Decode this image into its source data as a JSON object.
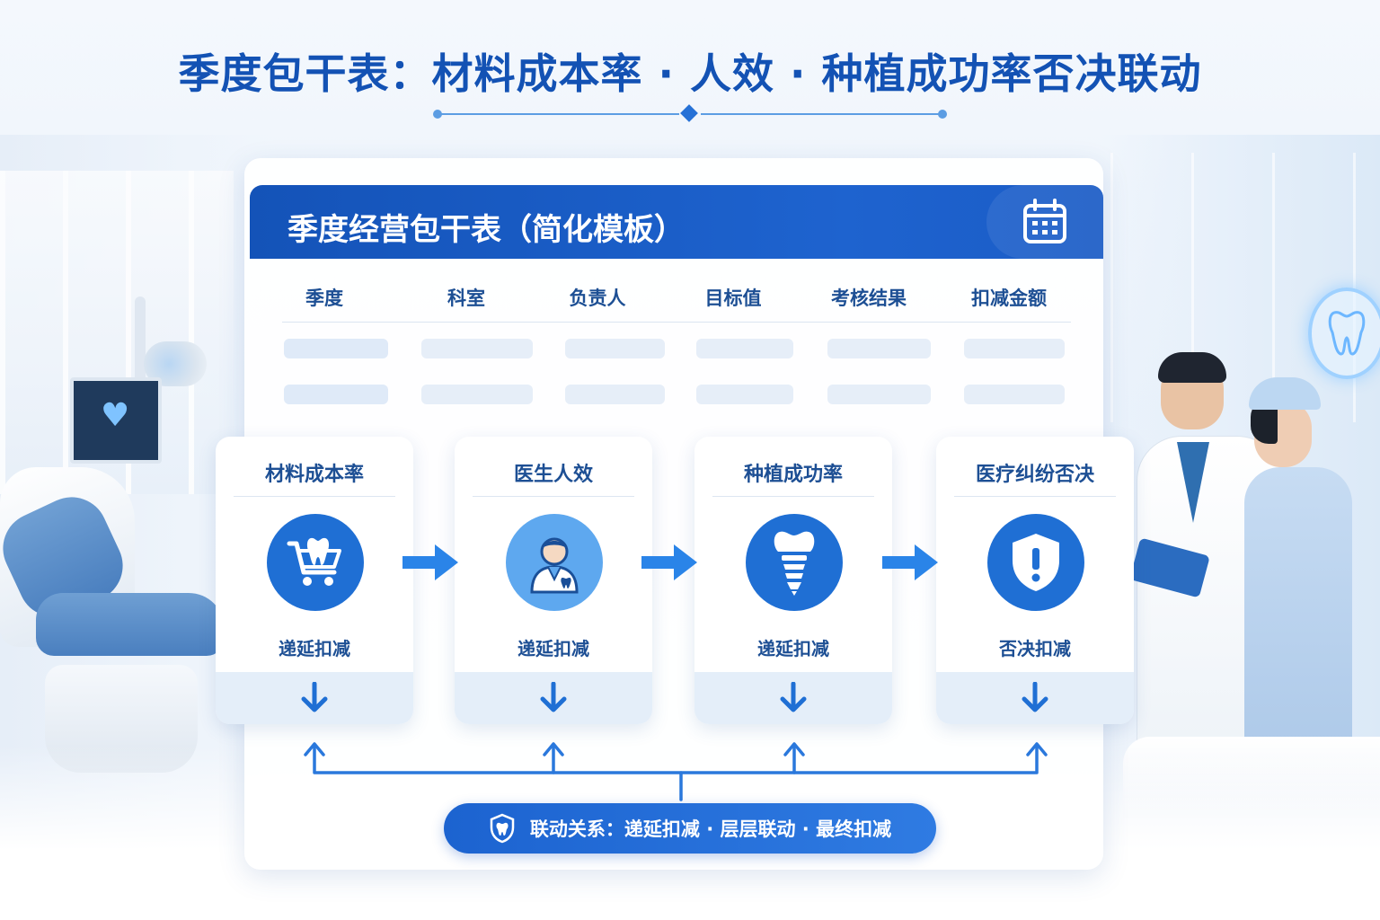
{
  "page_title": "季度包干表：材料成本率 · 人效 · 种植成功率否决联动",
  "table": {
    "title": "季度经营包干表（简化模板）",
    "columns": [
      "季度",
      "科室",
      "负责人",
      "目标值",
      "考核结果",
      "扣减金额"
    ]
  },
  "kpis": [
    {
      "title": "材料成本率",
      "icon": "cart-tooth-icon",
      "label": "递延扣减"
    },
    {
      "title": "医生人效",
      "icon": "doctor-icon",
      "label": "递延扣减"
    },
    {
      "title": "种植成功率",
      "icon": "implant-icon",
      "label": "递延扣减"
    },
    {
      "title": "医疗纠纷否决",
      "icon": "shield-alert-icon",
      "label": "否决扣减"
    }
  ],
  "link": {
    "text": "联动关系：递延扣减 · 层层联动 · 最终扣减",
    "icon": "shield-tooth-icon"
  },
  "colors": {
    "primary": "#1453b8",
    "accent": "#1f6fd4",
    "title": "#1352b4",
    "text": "#1d4f94"
  }
}
